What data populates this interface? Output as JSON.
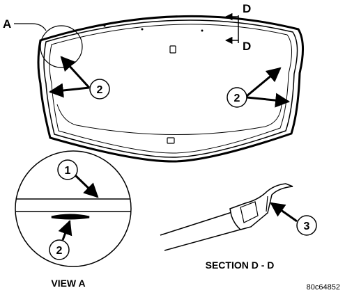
{
  "labels": {
    "view_letter": "A",
    "section_top": "D",
    "section_bottom": "D",
    "view_caption": "VIEW  A",
    "section_caption": "SECTION D - D",
    "figure_ref": "80c64852"
  },
  "callouts": {
    "upper_left": "2",
    "upper_right": "2",
    "view_top": "1",
    "view_bottom": "2",
    "section": "3"
  }
}
